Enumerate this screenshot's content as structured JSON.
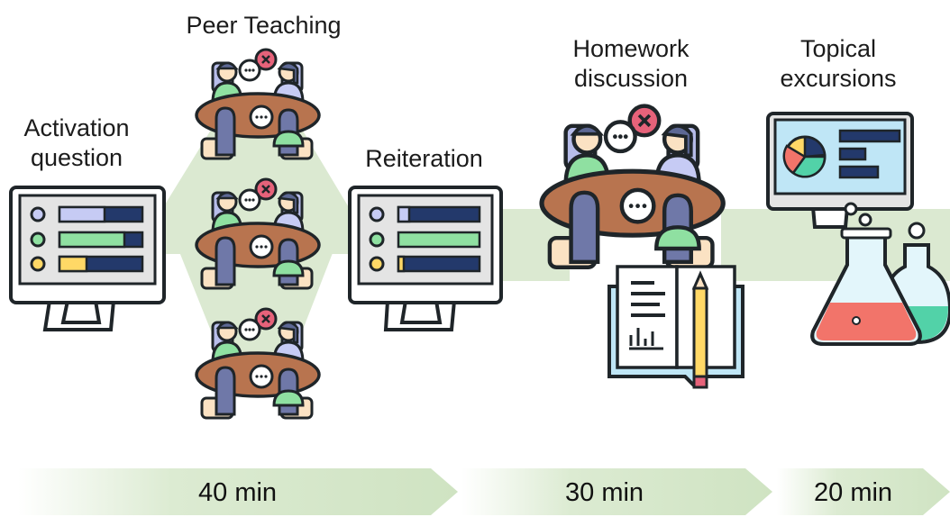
{
  "steps": {
    "activation": {
      "label": "Activation\nquestion"
    },
    "peer": {
      "label": "Peer Teaching"
    },
    "reiteration": {
      "label": "Reiteration"
    },
    "homework": {
      "label": "Homework\ndiscussion"
    },
    "excursions": {
      "label": "Topical\nexcursions"
    }
  },
  "timeline": {
    "segments": [
      {
        "label": "40 min"
      },
      {
        "label": "30 min"
      },
      {
        "label": "20 min"
      }
    ]
  },
  "colors": {
    "band": "#dbe9d1",
    "arrow": "#cfe3c2",
    "outline": "#1f2529",
    "navy": "#23396b",
    "green": "#8fe0a1",
    "yellow": "#ffd866",
    "lavender": "#c6cbf4",
    "table": "#b8744f",
    "screen": "#e4e4e4",
    "monitor_blue": "#bfe6f6",
    "flask_red": "#f2746a",
    "flask_green": "#52d2a8",
    "flask_glass": "#e3f6fb"
  }
}
